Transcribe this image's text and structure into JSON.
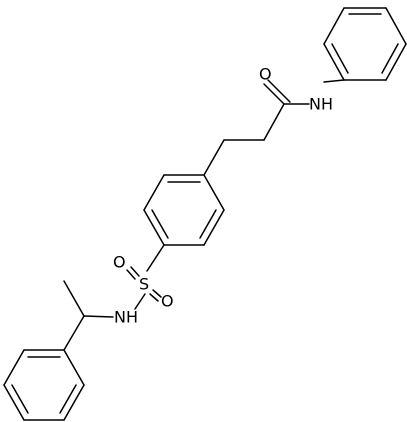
{
  "molecule": {
    "atoms": {
      "oxygen_carbonyl": "O",
      "amide_nh": "NH",
      "sulfur": "S",
      "sulfonyl_oxygen_left": "O",
      "sulfonyl_oxygen_right": "O",
      "sulfonamide_nh": "NH"
    },
    "colors": {
      "bond": "#000000",
      "text": "#000000",
      "background": "#ffffff"
    }
  }
}
